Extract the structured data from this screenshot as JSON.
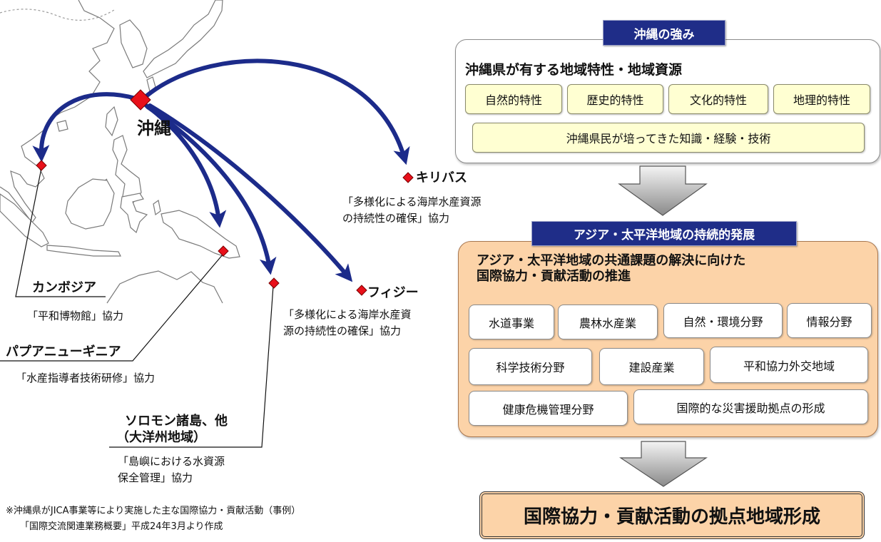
{
  "map": {
    "origin": "沖縄",
    "kiribati": {
      "name": "キリバス",
      "desc": [
        "「多様化による海岸水産資源",
        "の持続性の確保」協力"
      ]
    },
    "fiji": {
      "name": "フィジー",
      "desc": [
        "「多様化による海岸水産資",
        "源の持続性の確保」協力"
      ]
    },
    "cambodia": {
      "name": "カンボジア",
      "desc": [
        "「平和博物館」協力"
      ]
    },
    "png": {
      "name": "パプアニューギニア",
      "desc": [
        "「水産指導者技術研修」協力"
      ]
    },
    "solomon": {
      "name": [
        "ソロモン諸島、他",
        "（大洋州地域）"
      ],
      "desc": [
        "「島嶼における水資源",
        "保全管理」協力"
      ]
    }
  },
  "footnote": [
    "※沖縄県がJICA事業等により実施した主な国際協力・貢献活動（事例）",
    "「国際交流関連業務概要」平成24年3月より作成"
  ],
  "strengths": {
    "title": "沖縄の強み",
    "heading": "沖縄県が有する地域特性・地域資源",
    "items": [
      "自然的特性",
      "歴史的特性",
      "文化的特性",
      "地理的特性"
    ],
    "wide_item": "沖縄県民が培ってきた知識・経験・技術"
  },
  "development": {
    "title": "アジア・太平洋地域の持続的発展",
    "heading": [
      "アジア・太平洋地域の共通課題の解決に向けた",
      "国際協力・貢献活動の推進"
    ],
    "fields": [
      "水道事業",
      "農林水産業",
      "自然・環境分野",
      "情報分野",
      "科学技術分野",
      "建設産業",
      "平和協力外交地域",
      "健康危機管理分野",
      "国際的な災害援助拠点の形成"
    ]
  },
  "goal": "国際協力・貢献活動の拠点地域形成",
  "colors": {
    "arrow_navy": "#1c2b8a",
    "marker_red": "#e8101a",
    "tab_blue": "#1f2d88",
    "peach": "#fcd3a8",
    "pale_yellow": "#ffffd2"
  }
}
